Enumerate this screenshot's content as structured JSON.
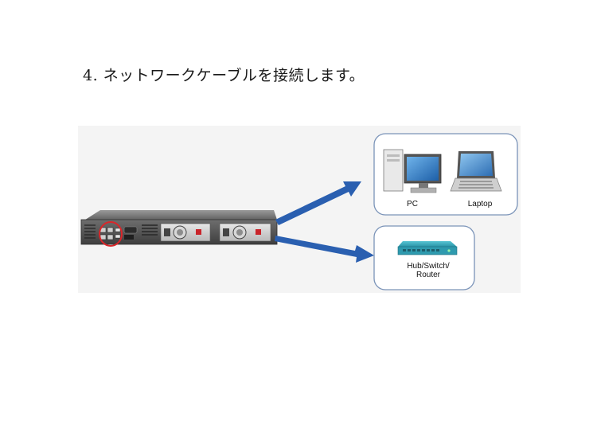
{
  "heading": {
    "text": "4. ネットワークケーブルを接続します。"
  },
  "diagram": {
    "devices": {
      "pc_label": "PC",
      "laptop_label": "Laptop",
      "hub_label_line1": "Hub/Switch/",
      "hub_label_line2": "Router"
    },
    "colors": {
      "arrow": "#2a5fb0",
      "box_border": "#7a93b8",
      "highlight_circle": "#d9262a",
      "hub_body": "#2ea3b7"
    },
    "icons": [
      "nas-rackmount-server",
      "desktop-pc-icon",
      "laptop-icon",
      "network-switch-icon",
      "arrow-icon"
    ]
  }
}
